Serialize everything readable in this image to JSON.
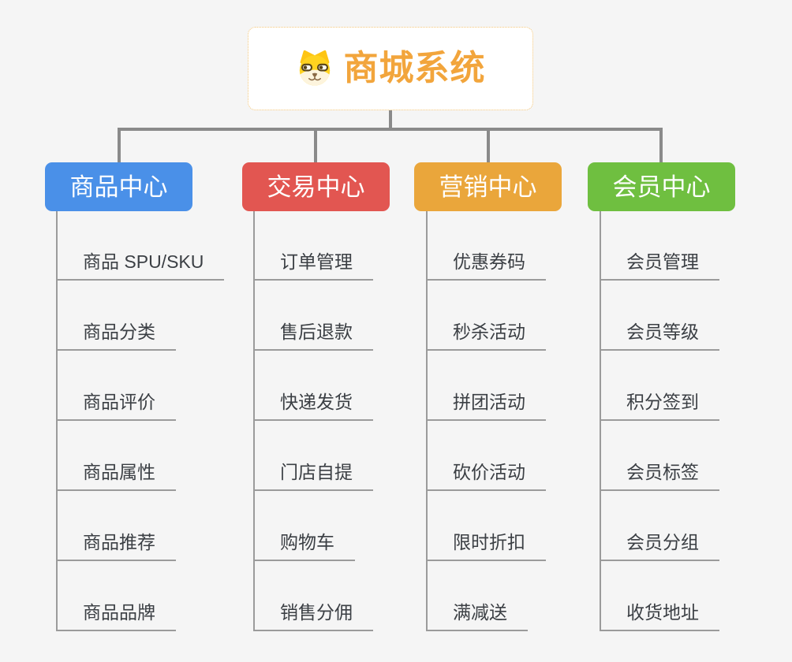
{
  "root": {
    "title": "商城系统",
    "icon": "doge-icon"
  },
  "branches": [
    {
      "label": "商品中心",
      "color": "#4a90e8",
      "children": [
        "商品 SPU/SKU",
        "商品分类",
        "商品评价",
        "商品属性",
        "商品推荐",
        "商品品牌"
      ]
    },
    {
      "label": "交易中心",
      "color": "#e25651",
      "children": [
        "订单管理",
        "售后退款",
        "快递发货",
        "门店自提",
        "购物车",
        "销售分佣"
      ]
    },
    {
      "label": "营销中心",
      "color": "#eaa63b",
      "children": [
        "优惠券码",
        "秒杀活动",
        "拼团活动",
        "砍价活动",
        "限时折扣",
        "满减送"
      ]
    },
    {
      "label": "会员中心",
      "color": "#6fbf40",
      "children": [
        "会员管理",
        "会员等级",
        "积分签到",
        "会员标签",
        "会员分组",
        "收货地址"
      ]
    }
  ],
  "colors": {
    "background": "#f5f5f5",
    "connector_gray": "#8a8a8a",
    "line_gray": "#9b9b9b",
    "root_accent": "#f2a53c",
    "root_border": "#f3c577",
    "branch_blue": "#4a90e8",
    "branch_red": "#e25651",
    "branch_orange": "#eaa63b",
    "branch_green": "#6fbf40",
    "child_text": "#3b3f44"
  }
}
